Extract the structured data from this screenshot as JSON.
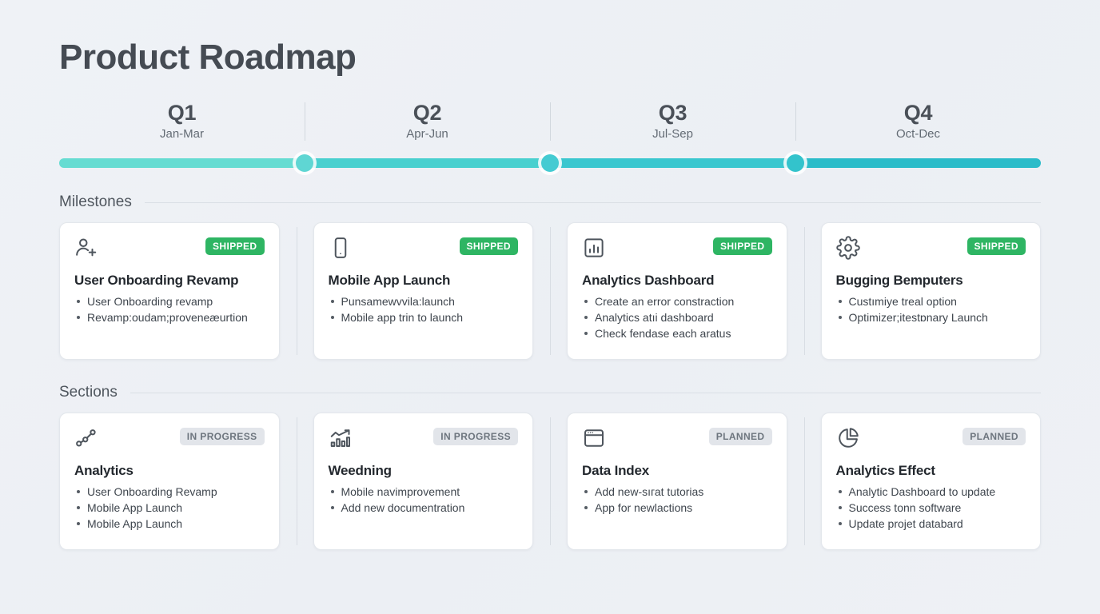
{
  "page": {
    "title": "Product Roadmap"
  },
  "timeline": {
    "quarters": [
      {
        "label": "Q1",
        "range": "Jan-Mar"
      },
      {
        "label": "Q2",
        "range": "Apr-Jun"
      },
      {
        "label": "Q3",
        "range": "Jul-Sep"
      },
      {
        "label": "Q4",
        "range": "Oct-Dec"
      }
    ],
    "track_colors": [
      "#66dcd2",
      "#49d0cf",
      "#3ac7cf",
      "#2bbcc9"
    ],
    "node_color": "#44cbd2"
  },
  "sections": [
    {
      "heading": "Milestones",
      "cards": [
        {
          "icon": "user-plus-icon",
          "badge": "SHIPPED",
          "badge_style": "shipped",
          "title": "User Onboarding Revamp",
          "bullets": [
            "User Onboarding revamp",
            "Revamp:oudam;proveneæurtion"
          ]
        },
        {
          "icon": "smartphone-icon",
          "badge": "SHIPPED",
          "badge_style": "shipped",
          "title": "Mobile App Launch",
          "bullets": [
            "Punsamewvvila:launch",
            "Mobile app trin to launch"
          ]
        },
        {
          "icon": "bar-chart-icon",
          "badge": "SHIPPED",
          "badge_style": "shipped",
          "title": "Analytics Dashboard",
          "bullets": [
            "Create an error constraction",
            "Analytics atıi dashboard",
            "Check fendase each aratus"
          ]
        },
        {
          "icon": "gear-icon",
          "badge": "SHIPPED",
          "badge_style": "shipped",
          "title": "Bugging Bemputers",
          "bullets": [
            "Custımiуe treal option",
            "Optimizer;itestɒnary Launch"
          ]
        }
      ]
    },
    {
      "heading": "Sections",
      "cards": [
        {
          "icon": "network-nodes-icon",
          "badge": "IN PROGRESS",
          "badge_style": "muted",
          "title": "Analytics",
          "bullets": [
            "User Onboarding Revamp",
            "Mobile App Launch",
            "Mobile App Launch"
          ]
        },
        {
          "icon": "trending-up-chart-icon",
          "badge": "IN PROGRESS",
          "badge_style": "muted",
          "title": "Weedning",
          "bullets": [
            "Mobile navimprovement",
            "Add new documentration"
          ]
        },
        {
          "icon": "browser-window-icon",
          "badge": "PLANNED",
          "badge_style": "muted",
          "title": "Data Index",
          "bullets": [
            "Add new-sıгаt tutorias",
            "App for newlactions"
          ]
        },
        {
          "icon": "pie-chart-icon",
          "badge": "PLANNED",
          "badge_style": "muted",
          "title": "Analytics Effect",
          "bullets": [
            "Analytic Dashboard to update",
            "Success tonn software",
            "Update projet databard"
          ]
        }
      ]
    }
  ]
}
